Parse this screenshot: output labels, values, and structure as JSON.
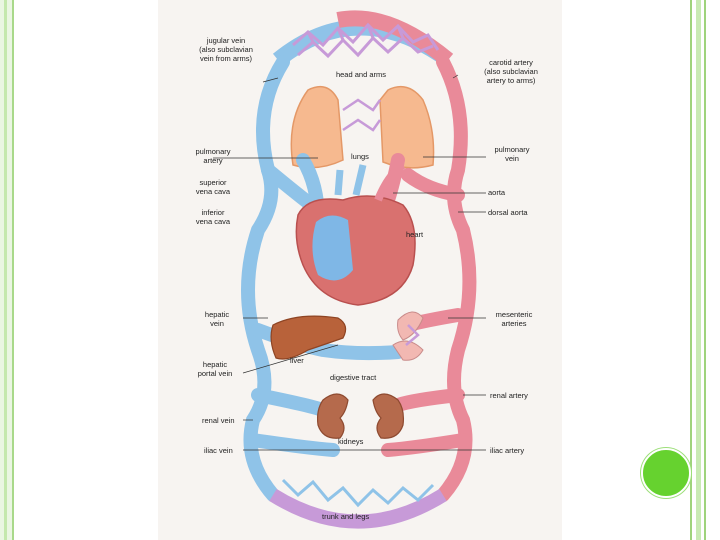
{
  "labels": {
    "jugular_vein": "jugular vein\n(also subclavian\nvein from arms)",
    "head_and_arms": "head and arms",
    "carotid_artery": "carotid artery\n(also subclavian\nartery to arms)",
    "pulmonary_artery": "pulmonary\nartery",
    "lungs": "lungs",
    "pulmonary_vein": "pulmonary\nvein",
    "superior_vena_cava": "superior\nvena cava",
    "aorta": "aorta",
    "inferior_vena_cava": "inferior\nvena cava",
    "dorsal_aorta": "dorsal aorta",
    "heart": "heart",
    "hepatic_vein": "hepatic\nvein",
    "mesenteric_arteries": "mesenteric\narteries",
    "liver": "liver",
    "hepatic_portal_vein": "hepatic\nportal vein",
    "digestive_tract": "digestive tract",
    "renal_artery": "renal artery",
    "renal_vein": "renal vein",
    "kidneys": "kidneys",
    "iliac_vein": "iliac vein",
    "iliac_artery": "iliac artery",
    "trunk_and_legs": "trunk and legs"
  },
  "colors": {
    "vein": "#8fc3e8",
    "vein_dark": "#5f9fd0",
    "artery": "#e98a99",
    "artery_dark": "#d66478",
    "lungs": "#f6b98f",
    "heart": "#d9716f",
    "liver": "#b8623a",
    "kidney": "#b56a4c",
    "capillary": "#c79ad8",
    "accent": "#66d22f"
  }
}
